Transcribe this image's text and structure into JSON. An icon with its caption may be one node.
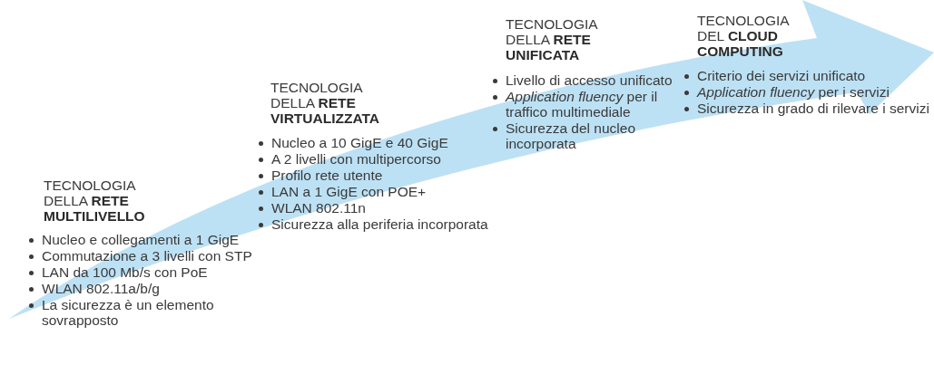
{
  "diagram": {
    "labels": [
      "TECNOLOGIA DELLA **RETE MULTILIVELLO**",
      "Nucleo e collegamenti a 1 GigE",
      "Commutazione a 3 livelli con STP",
      "LAN da 100 Mb/s con PoE",
      "WLAN 802.11a/b/g",
      "La sicurezza è un elemento sovrapposto",
      "TECNOLOGIA DELLA **RETE VIRTUALIZZATA**",
      "Nucleo a 10 GigE e 40 GigE",
      "A 2 livelli con multipercorso",
      "Profilo rete utente",
      "LAN a 1 GigE con POE+",
      "WLAN 802.11n",
      "Sicurezza alla periferia incorporata",
      "TECNOLOGIA DELLA **RETE UNIFICATA**",
      "Livello di accesso unificato",
      "*Application fluency* per il traffico multimediale",
      "Sicurezza del nucleo incorporata",
      "TECNOLOGIA DEL **CLOUD COMPUTING**",
      "Criterio dei servizi unificato",
      "*Application fluency* per i servizi",
      "Sicurezza in grado di rilevare i servizi"
    ]
  }
}
